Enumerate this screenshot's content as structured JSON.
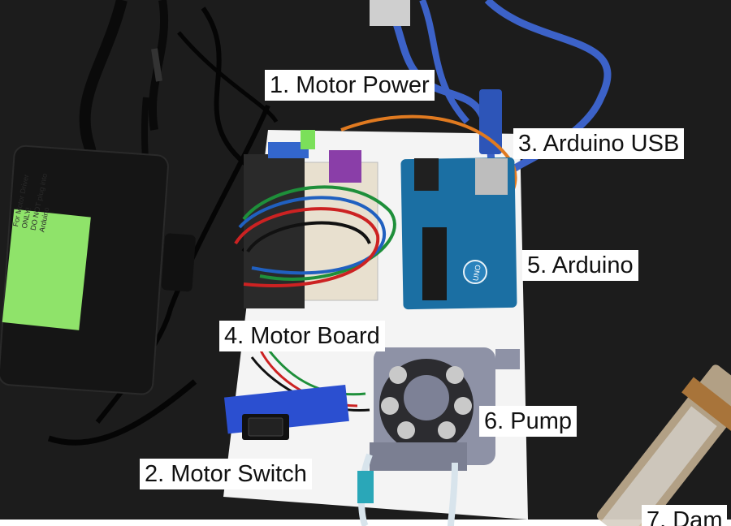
{
  "labels": {
    "motor_power": "1. Motor Power",
    "motor_switch": "2. Motor Switch",
    "arduino_usb": "3. Arduino USB",
    "motor_board": "4. Motor Board",
    "arduino": "5. Arduino",
    "pump": "6. Pump",
    "damper": "7. Dam"
  },
  "sticker": {
    "line1": "For Motor Driver",
    "line2": "ONLY!",
    "line3": "DO NOT plug into",
    "line4": "Arduino"
  },
  "arduino_board": {
    "model": "UNO"
  },
  "colors": {
    "desk": "#1c1c1c",
    "baseplate": "#f4f4f4",
    "arduino_blue": "#1b6fa3",
    "usb_cable": "#3c62c8",
    "sticker_green": "#8fe36a",
    "pump_gray": "#8e92a6"
  }
}
